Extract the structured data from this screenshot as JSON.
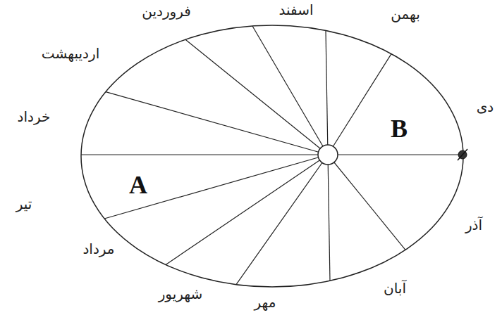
{
  "diagram": {
    "labels": [
      "فروردین",
      "اسفند",
      "بهمن",
      "اردیبهشت",
      "دی",
      "خرداد",
      "B",
      "A",
      "تیر",
      "آذر",
      "مرداد",
      "آبان",
      "شهریور",
      "مهر"
    ]
  }
}
